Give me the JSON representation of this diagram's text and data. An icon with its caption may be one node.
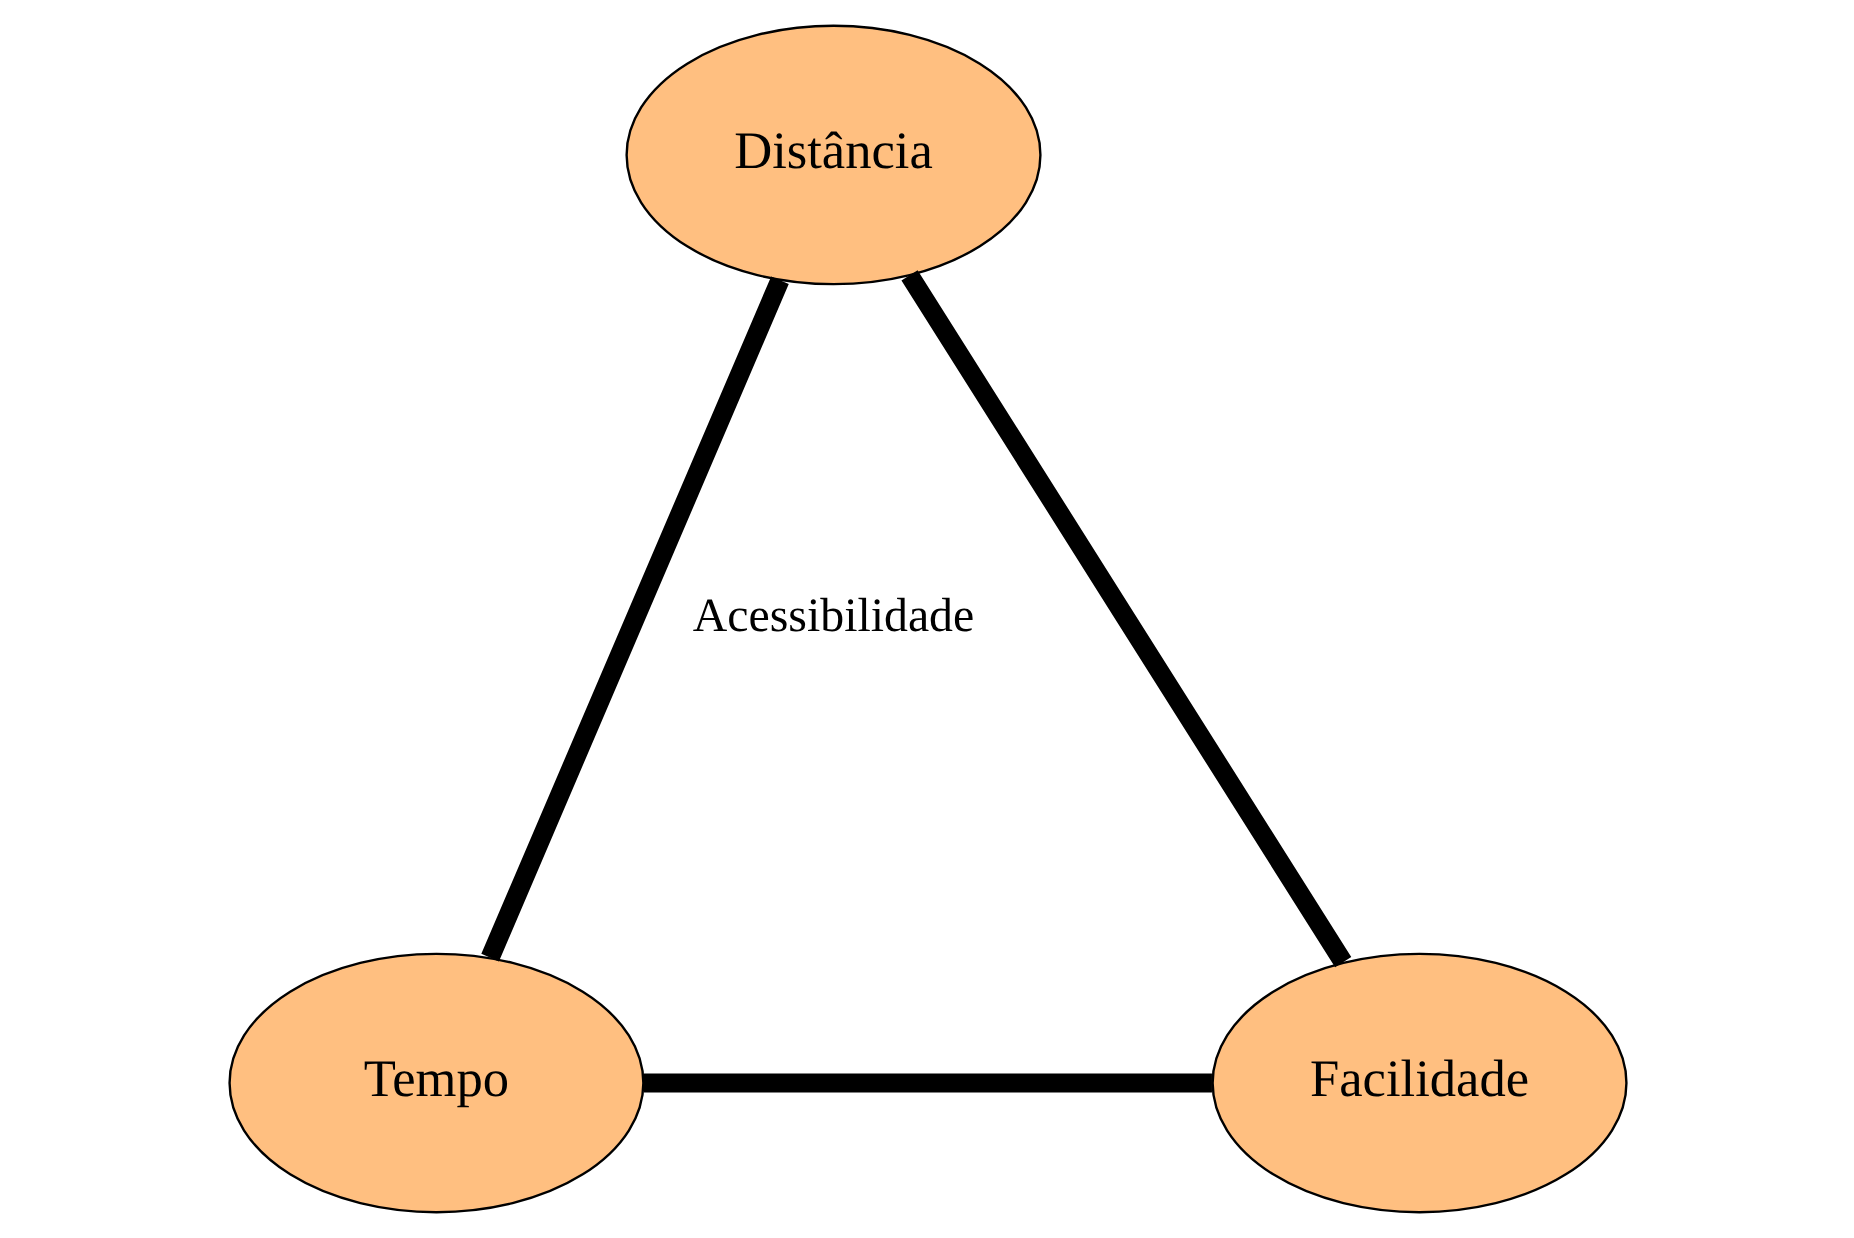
{
  "diagram": {
    "nodes": [
      {
        "text": [
          "Distância"
        ]
      },
      {
        "text": [
          "Tempo"
        ]
      },
      {
        "text": [
          "Facilidade"
        ]
      }
    ],
    "edges": [
      {
        "from": 0,
        "to": 1,
        "arrow": "none"
      },
      {
        "from": 0,
        "to": 2,
        "arrow": "none"
      },
      {
        "from": 1,
        "to": 2,
        "arrow": "none"
      }
    ],
    "labels": [
      "Acessibilidade"
    ]
  }
}
